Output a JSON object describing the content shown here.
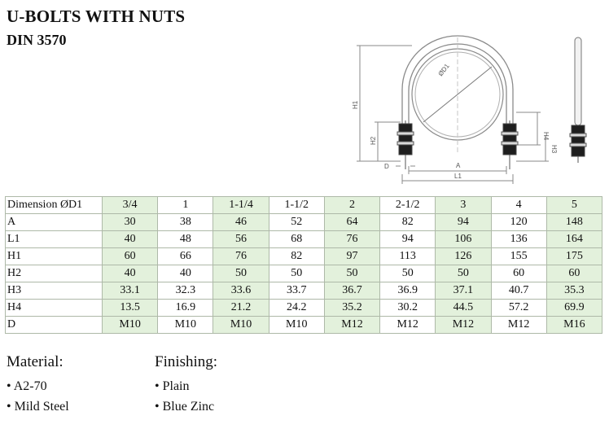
{
  "header": {
    "title": "U-BOLTS WITH NUTS",
    "subtitle": "DIN 3570"
  },
  "drawing": {
    "labels": {
      "d1": "ØD1",
      "h1": "H1",
      "h2": "H2",
      "h3": "H3",
      "h4": "H4",
      "a": "A",
      "l1": "L1",
      "d": "D"
    }
  },
  "table": {
    "rows": [
      {
        "label": "Dimension ØD1",
        "values": [
          "3/4",
          "1",
          "1-1/4",
          "1-1/2",
          "2",
          "2-1/2",
          "3",
          "4",
          "5"
        ]
      },
      {
        "label": "A",
        "values": [
          "30",
          "38",
          "46",
          "52",
          "64",
          "82",
          "94",
          "120",
          "148"
        ]
      },
      {
        "label": "L1",
        "values": [
          "40",
          "48",
          "56",
          "68",
          "76",
          "94",
          "106",
          "136",
          "164"
        ]
      },
      {
        "label": "H1",
        "values": [
          "60",
          "66",
          "76",
          "82",
          "97",
          "113",
          "126",
          "155",
          "175"
        ]
      },
      {
        "label": "H2",
        "values": [
          "40",
          "40",
          "50",
          "50",
          "50",
          "50",
          "50",
          "60",
          "60"
        ]
      },
      {
        "label": "H3",
        "values": [
          "33.1",
          "32.3",
          "33.6",
          "33.7",
          "36.7",
          "36.9",
          "37.1",
          "40.7",
          "35.3"
        ]
      },
      {
        "label": "H4",
        "values": [
          "13.5",
          "16.9",
          "21.2",
          "24.2",
          "35.2",
          "30.2",
          "44.5",
          "57.2",
          "69.9"
        ]
      },
      {
        "label": "D",
        "values": [
          "M10",
          "M10",
          "M10",
          "M10",
          "M12",
          "M12",
          "M12",
          "M12",
          "M16"
        ]
      }
    ],
    "highlight_color": "#e3f1dc"
  },
  "material": {
    "heading": "Material:",
    "items": [
      "• A2-70",
      "• Mild Steel"
    ]
  },
  "finishing": {
    "heading": "Finishing:",
    "items": [
      "• Plain",
      "• Blue Zinc"
    ]
  }
}
